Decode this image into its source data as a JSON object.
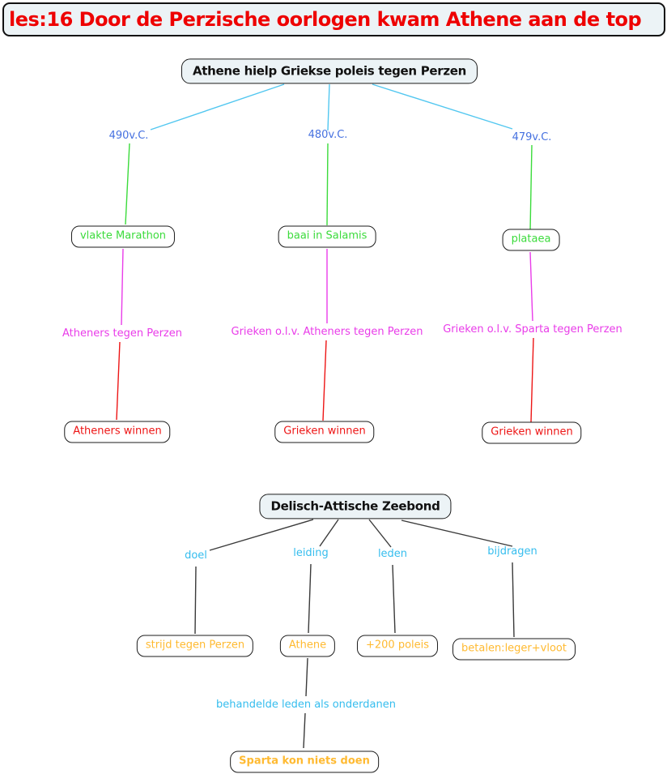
{
  "title": "les:16 Door de Perzische oorlogen kwam Athene aan de top",
  "colors": {
    "title_red": "#ee0000",
    "box_fill": "#ecf3f6",
    "border": "#1b1b1b",
    "edge_cyan": "#52c7f0",
    "edge_dark": "#3a3a3a",
    "year_blue": "#4671e0",
    "green": "#3bdb3b",
    "magenta": "#e93ce9",
    "red": "#ed1515",
    "cyan": "#35bdee",
    "orange": "#ffba31"
  },
  "war_map": {
    "root": "Athene hielp Griekse poleis tegen Perzen",
    "branches": [
      {
        "year": "490v.C.",
        "battle": "vlakte Marathon",
        "parties": "Atheners tegen Perzen",
        "result": "Atheners winnen"
      },
      {
        "year": "480v.C.",
        "battle": "baai in Salamis",
        "parties": "Grieken o.l.v. Atheners tegen Perzen",
        "result": "Grieken winnen"
      },
      {
        "year": "479v.C.",
        "battle": "plataea",
        "parties": "Grieken o.l.v. Sparta tegen Perzen",
        "result": "Grieken winnen"
      }
    ]
  },
  "league_map": {
    "root": "Delisch-Attische Zeebond",
    "branches": [
      {
        "label": "doel",
        "value": "strijd tegen Perzen"
      },
      {
        "label": "leiding",
        "value": "Athene"
      },
      {
        "label": "leden",
        "value": "+200 poleis"
      },
      {
        "label": "bijdragen",
        "value": "betalen:leger+vloot"
      }
    ],
    "leiding_sub": {
      "note": "behandelde leden als onderdanen",
      "conclusion": "Sparta kon niets doen"
    }
  }
}
